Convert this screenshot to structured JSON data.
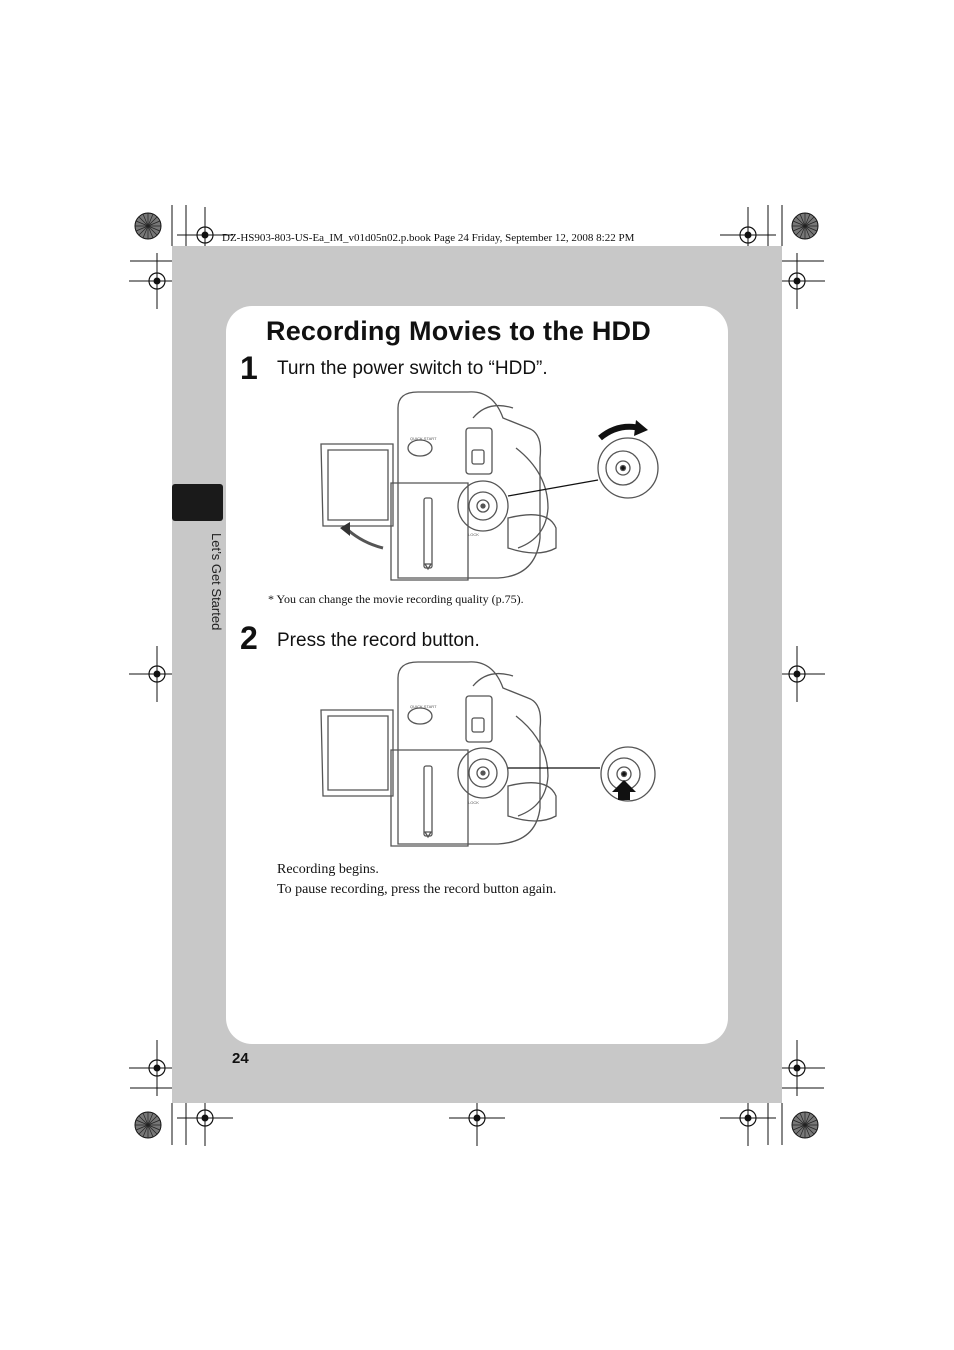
{
  "header": {
    "file_info": "DZ-HS903-803-US-Ea_IM_v01d05n02.p.book  Page 24  Friday, September 12, 2008  8:22 PM"
  },
  "title": "Recording Movies to the HDD",
  "sidebar": {
    "section_label": "Let’s Get Started"
  },
  "steps": [
    {
      "number": "1",
      "text": "Turn the power switch to “HDD”."
    },
    {
      "number": "2",
      "text": "Press the record button."
    }
  ],
  "note": "* You can change the movie recording quality (p.75).",
  "result": {
    "line1": "Recording begins.",
    "line2": "To pause recording, press the record button again."
  },
  "page_number": "24",
  "camera_labels": {
    "quick_start": "QUICK START",
    "lock": "LOCK"
  },
  "colors": {
    "panel_gray": "#c8c8c8",
    "card_white": "#ffffff",
    "tab_black": "#1a1a1a"
  }
}
